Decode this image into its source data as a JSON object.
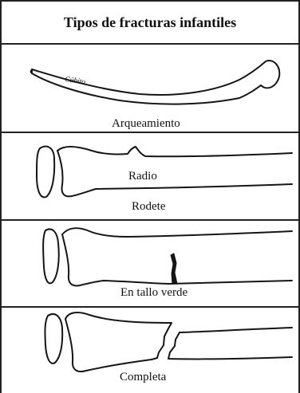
{
  "title": "Tipos de fracturas infantiles",
  "panels": [
    {
      "labels": [
        "Cúbito",
        "Arqueamiento"
      ]
    },
    {
      "labels": [
        "Radio",
        "Rodete"
      ]
    },
    {
      "labels": [
        "En tallo verde"
      ]
    },
    {
      "labels": [
        "Completa"
      ]
    }
  ]
}
